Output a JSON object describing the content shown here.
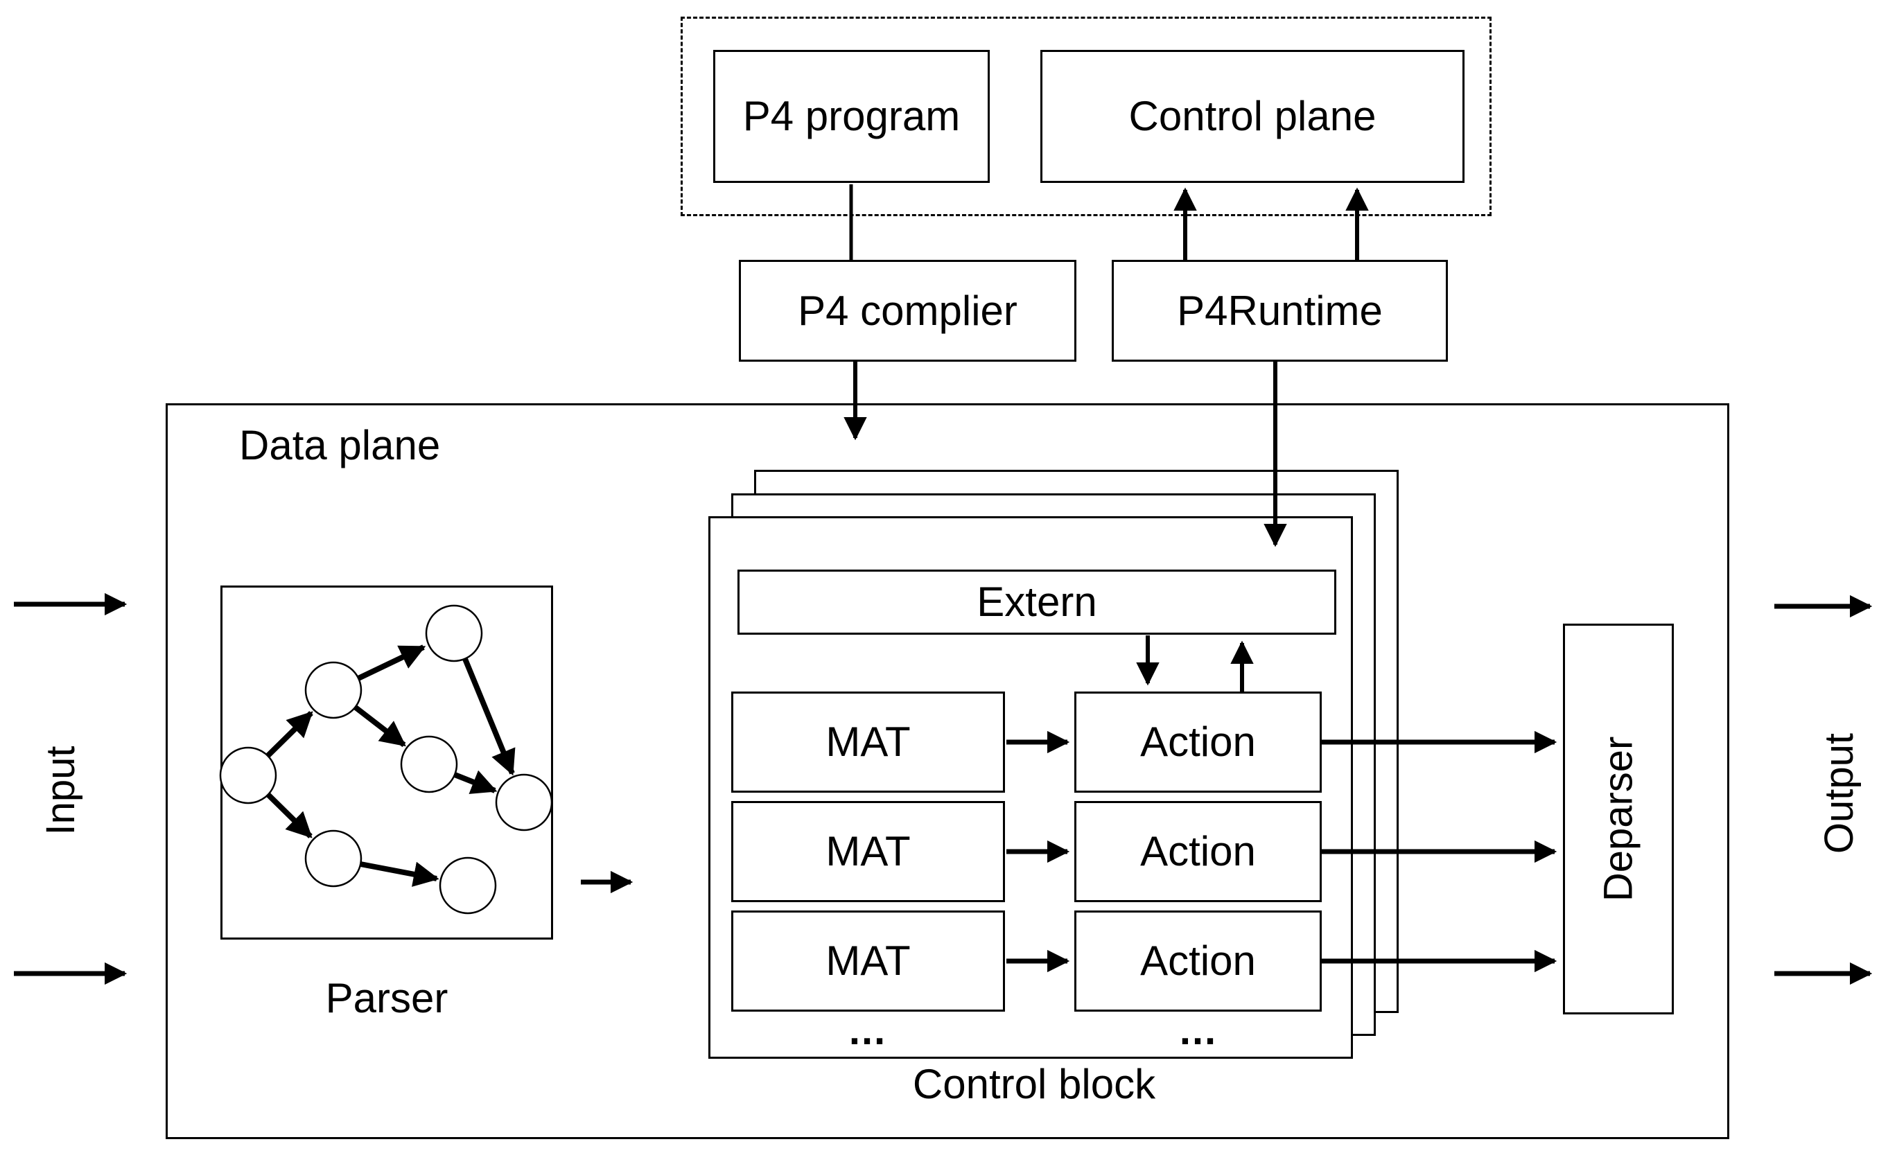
{
  "colors": {
    "line": "#000000",
    "bg": "#ffffff"
  },
  "top_group": {
    "p4_program": "P4 program",
    "control_plane": "Control plane",
    "p4_complier": "P4 complier",
    "p4_runtime": "P4Runtime"
  },
  "data_plane": {
    "label": "Data plane",
    "parser_label": "Parser",
    "control_block": {
      "label": "Control block",
      "extern": "Extern",
      "rows": [
        {
          "mat": "MAT",
          "action": "Action"
        },
        {
          "mat": "MAT",
          "action": "Action"
        },
        {
          "mat": "MAT",
          "action": "Action"
        }
      ],
      "mat_ellipsis": "...",
      "action_ellipsis": "..."
    },
    "deparser": "Deparser"
  },
  "io": {
    "input": "Input",
    "output": "Output"
  }
}
